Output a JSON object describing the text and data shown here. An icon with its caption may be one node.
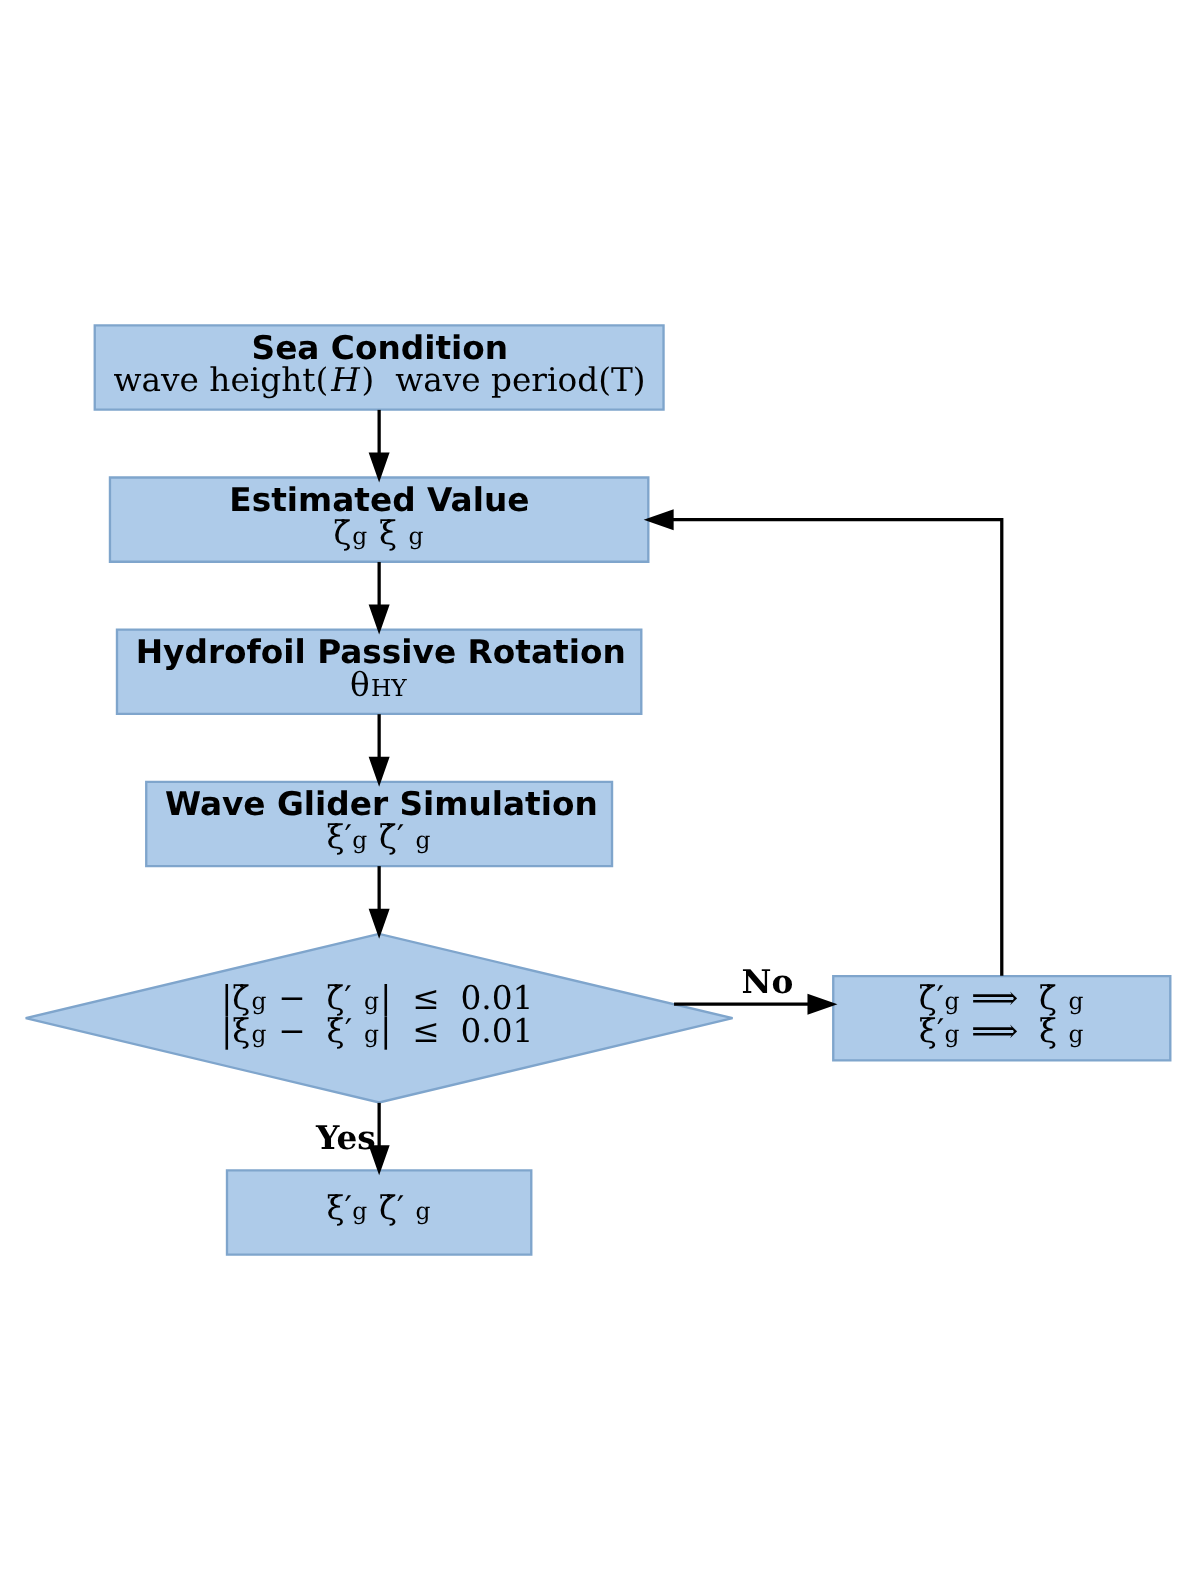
{
  "diagram": {
    "nodes": [
      {
        "text": [
          "Sea Condition",
          "wave height(*H*)  wave period(T)"
        ]
      },
      {
        "text": [
          "Estimated Value",
          "ζ̇$_{g}$  ξ̇$_{g}$"
        ]
      },
      {
        "text": [
          "Hydrofoil Passive Rotation",
          "θ$_{HY}$"
        ]
      },
      {
        "text": [
          "Wave Glider Simulation",
          "ξ̇′$_{g}$  ζ̇′$_{g}$"
        ]
      },
      {
        "text": [
          "|ζ̇$_{g}$  −  ζ̇′$_{g}$|  ≤  0.01",
          "|ξ̇$_{g}$  −  ξ̇′$_{g}$|  ≤  0.01"
        ]
      },
      {
        "text": [
          "ζ̇′$_{g}$  ⟹  ζ̇$_{g}$",
          "ξ̇′$_{g}$  ⟹  ξ̇$_{g}$"
        ]
      },
      {
        "text": [
          "ξ̇′$_{g}$  ζ̇′$_{g}$"
        ]
      }
    ],
    "edges": [
      {
        "from": 0,
        "to": 1,
        "arrow": "to"
      },
      {
        "from": 1,
        "to": 2,
        "arrow": "to"
      },
      {
        "from": 2,
        "to": 3,
        "arrow": "to"
      },
      {
        "from": 3,
        "to": 4,
        "arrow": "to"
      },
      {
        "from": 4,
        "to": 5,
        "arrow": "to",
        "label": "No"
      },
      {
        "from": 4,
        "to": 6,
        "arrow": "to",
        "label": "Yes"
      },
      {
        "from": 5,
        "to": 1,
        "arrow": "to"
      }
    ]
  }
}
